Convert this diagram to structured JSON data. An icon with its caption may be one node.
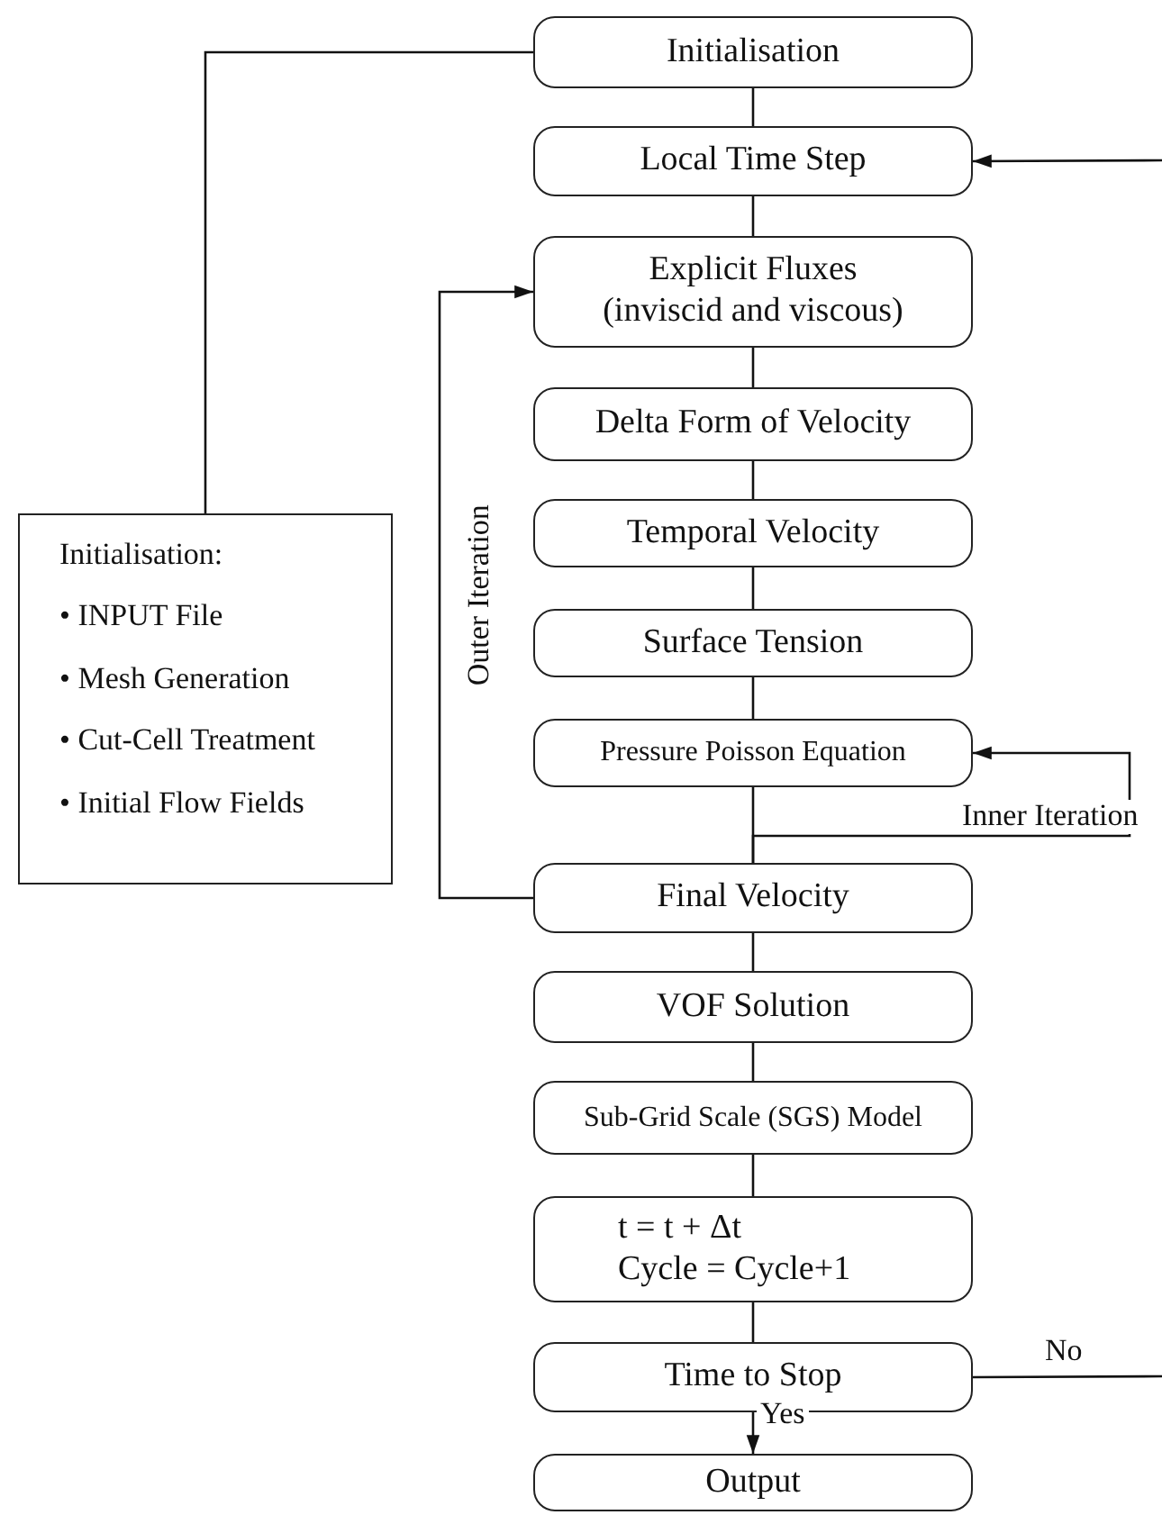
{
  "diagram": {
    "nodes": [
      {
        "text": [
          "Initialisation"
        ]
      },
      {
        "text": [
          "Local Time Step"
        ]
      },
      {
        "text": [
          "Explicit Fluxes (inviscid and viscous)"
        ]
      },
      {
        "text": [
          "Delta Form of Velocity"
        ]
      },
      {
        "text": [
          "Temporal Velocity"
        ]
      },
      {
        "text": [
          "Surface Tension"
        ]
      },
      {
        "text": [
          "Pressure Poisson Equation"
        ]
      },
      {
        "text": [
          "Final Velocity"
        ]
      },
      {
        "text": [
          "VOF Solution"
        ]
      },
      {
        "text": [
          "Sub-Grid Scale (SGS) Model"
        ]
      },
      {
        "text": [
          "t = t + Δt",
          "Cycle = Cycle+1"
        ]
      },
      {
        "text": [
          "Time to Stop"
        ]
      },
      {
        "text": [
          "Output"
        ]
      },
      {
        "text": [
          "Initialisation:",
          "• INPUT File",
          "• Mesh Generation",
          "• Cut-Cell Treatment",
          "• Initial Flow Fields"
        ]
      }
    ],
    "edges": [
      {
        "from": 0,
        "to": 1,
        "arrow": "none"
      },
      {
        "from": 1,
        "to": 2,
        "arrow": "none"
      },
      {
        "from": 2,
        "to": 3,
        "arrow": "none"
      },
      {
        "from": 3,
        "to": 4,
        "arrow": "none"
      },
      {
        "from": 4,
        "to": 5,
        "arrow": "none"
      },
      {
        "from": 5,
        "to": 6,
        "arrow": "none"
      },
      {
        "from": 6,
        "to": 7,
        "arrow": "none"
      },
      {
        "from": 7,
        "to": 8,
        "arrow": "none"
      },
      {
        "from": 8,
        "to": 9,
        "arrow": "none"
      },
      {
        "from": 9,
        "to": 10,
        "arrow": "none"
      },
      {
        "from": 10,
        "to": 11,
        "arrow": "none"
      },
      {
        "from": 11,
        "to": 12,
        "arrow": "to",
        "label": "Yes"
      },
      {
        "from": 13,
        "to": 0,
        "arrow": "none"
      },
      {
        "from": 7,
        "to": 2,
        "arrow": "to",
        "label": "Outer Iteration"
      },
      {
        "from": 7,
        "to": 6,
        "arrow": "to",
        "label": "Inner Iteration"
      },
      {
        "from": 11,
        "to": null,
        "arrow": "none",
        "label": "No"
      },
      {
        "from": null,
        "to": 1,
        "arrow": "to"
      }
    ]
  }
}
